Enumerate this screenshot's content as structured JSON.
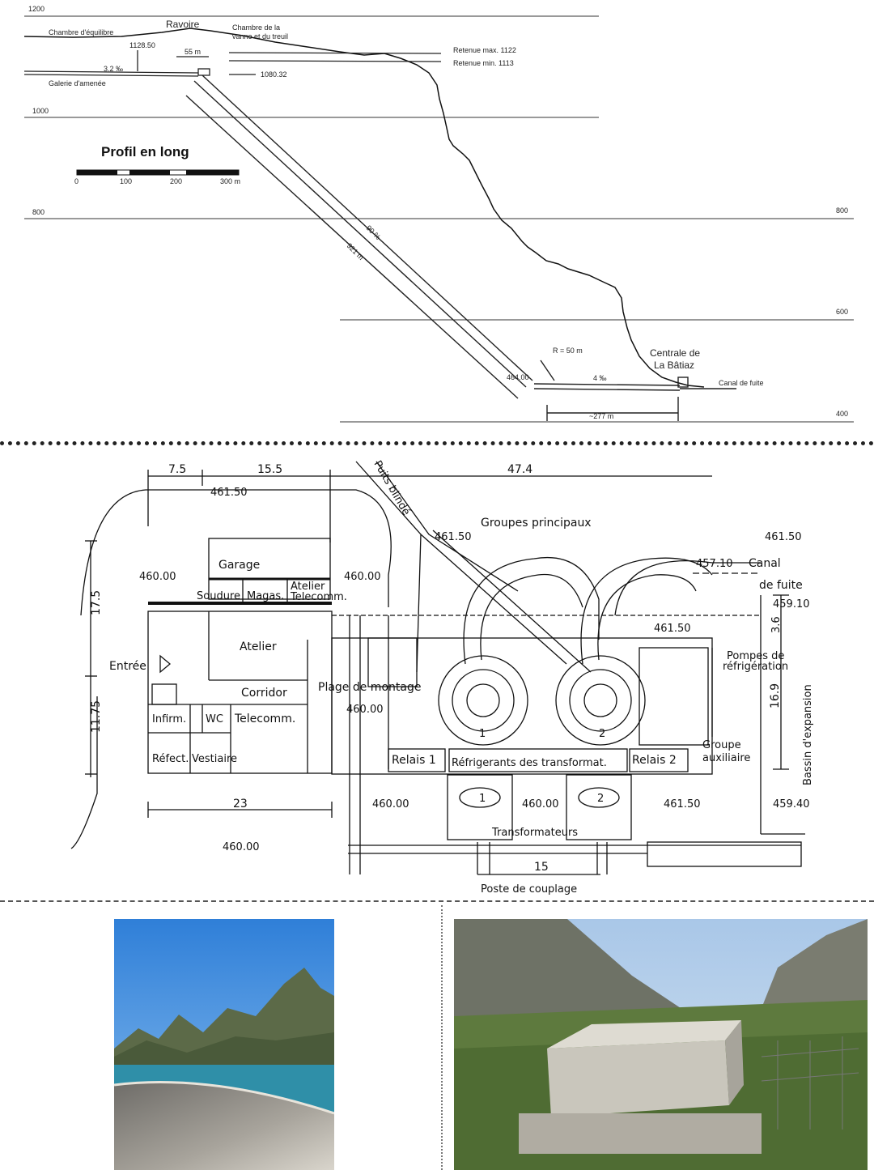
{
  "profile": {
    "title": "Profil en long",
    "elev_labels_left": [
      "1200",
      "1000",
      "800"
    ],
    "elev_labels_right": [
      "800",
      "600",
      "400"
    ],
    "scale_ticks": [
      "0",
      "100",
      "200",
      "300 m"
    ],
    "labels": {
      "chambre_equilibre": "Chambre d'équilibre",
      "ravoire": "Ravoire",
      "chambre_vanne_1": "Chambre de la",
      "chambre_vanne_2": "vanne et du treuil",
      "elev_112850": "1128.50",
      "dist_55": "55 m",
      "slope_32": "3.2 ‰",
      "galerie": "Galerie d'amenée",
      "elev_108032": "1080.32",
      "retenue_max": "Retenue max. 1122",
      "retenue_min": "Retenue min. 1113",
      "slope_90": "90 %",
      "length_921": "921 m",
      "radius": "R = 50 m",
      "elev_46400": "464.00",
      "slope_4": "4 ‰",
      "dist_277": "~277 m",
      "centrale_1": "Centrale de",
      "centrale_2": "La Bâtiaz",
      "canal_fuite": "Canal de fuite"
    }
  },
  "plan": {
    "dims": {
      "d_7_5": "7.5",
      "d_15_5": "15.5",
      "d_47_4": "47.4",
      "d_17_5": "17.5",
      "d_11_75": "11.75",
      "d_23": "23",
      "d_15": "15",
      "d_3_6": "3.6",
      "d_16_9": "16.9"
    },
    "elevations": {
      "e1": "461.50",
      "e2": "461.50",
      "e3": "461.50",
      "e4": "460.00",
      "e5": "460.00",
      "e6": "457.10",
      "e7": "459.10",
      "e8": "461.50",
      "e9": "460.00",
      "e10": "460.00",
      "e11": "460.00",
      "e12": "461.50",
      "e13": "459.40",
      "e14": "460.00"
    },
    "rooms": {
      "garage": "Garage",
      "soudure": "Soudure",
      "magas": "Magas.",
      "atelier_tel_1": "Atelier",
      "atelier_tel_2": "Telecomm.",
      "atelier": "Atelier",
      "entree": "Entrée",
      "corridor": "Corridor",
      "plage": "Plage de montage",
      "infirm": "Infirm.",
      "wc": "WC",
      "telecomm": "Telecomm.",
      "refect": "Réfect.",
      "vestiaire": "Vestiaire",
      "puits": "Puits blindé",
      "groupes": "Groupes principaux",
      "canal_1": "Canal",
      "canal_2": "de fuite",
      "pompes_1": "Pompes de",
      "pompes_2": "réfrigération",
      "groupe_aux_1": "Groupe",
      "groupe_aux_2": "auxiliaire",
      "relais1": "Relais 1",
      "refrig": "Réfrigerants des transformat.",
      "relais2": "Relais 2",
      "bassin": "Bassin d'expansion",
      "transfo": "Transformateurs",
      "poste": "Poste de couplage",
      "unit1": "1",
      "unit2": "2",
      "tr1": "1",
      "tr2": "2"
    }
  },
  "photos": {
    "dam": "dam-photo",
    "plant": "power-station-photo"
  }
}
